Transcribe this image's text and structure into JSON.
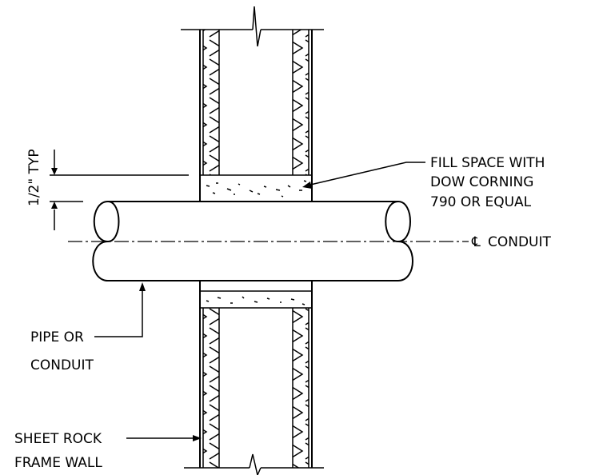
{
  "labels": {
    "typ_dim": "1/2\" TYP",
    "fill_line1": "FILL SPACE WITH",
    "fill_line2": "DOW CORNING",
    "fill_line3": "790 OR EQUAL",
    "cl_symbol": "℄",
    "cl_text": "CONDUIT",
    "pipe_line1": "PIPE OR",
    "pipe_line2": "CONDUIT",
    "wall_line1": "SHEET ROCK",
    "wall_line2": "FRAME WALL"
  },
  "colors": {
    "line": "#000000",
    "background": "#ffffff"
  }
}
